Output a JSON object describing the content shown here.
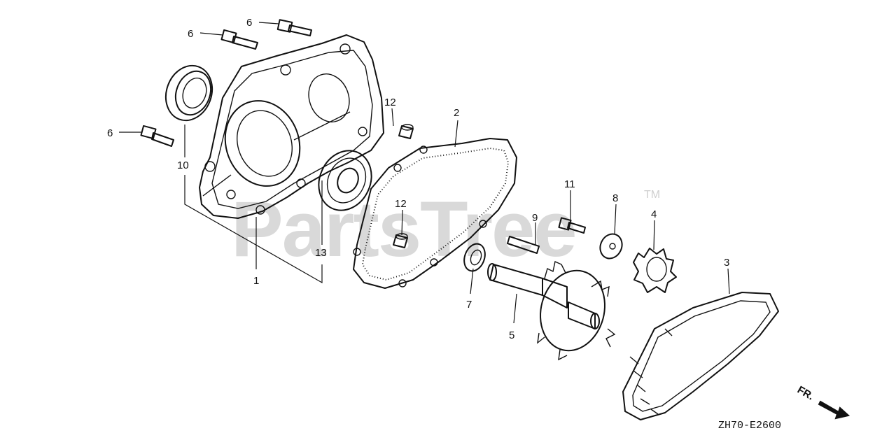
{
  "watermark": {
    "text": "PartsTree",
    "tm": "TM"
  },
  "diagram_code": "ZH70-E2600",
  "front_marker": "FR.",
  "callouts": {
    "c1": "1",
    "c2": "2",
    "c3": "3",
    "c4": "4",
    "c5": "5",
    "c6a": "6",
    "c6b": "6",
    "c6c": "6",
    "c7": "7",
    "c8": "8",
    "c9": "9",
    "c10": "10",
    "c11": "11",
    "c12a": "12",
    "c12b": "12",
    "c13": "13"
  },
  "parts": [
    {
      "ref": "case-cover",
      "callout": "1"
    },
    {
      "ref": "gasket",
      "callout": "2"
    },
    {
      "ref": "drive-chain",
      "callout": "3"
    },
    {
      "ref": "drive-sprocket",
      "callout": "4"
    },
    {
      "ref": "driven-shaft-sprocket",
      "callout": "5"
    },
    {
      "ref": "flange-bolt",
      "callout": "6"
    },
    {
      "ref": "thrust-washer",
      "callout": "7"
    },
    {
      "ref": "plain-washer",
      "callout": "8"
    },
    {
      "ref": "key",
      "callout": "9"
    },
    {
      "ref": "oil-seal",
      "callout": "10"
    },
    {
      "ref": "flange-bolt-small",
      "callout": "11"
    },
    {
      "ref": "dowel-pin",
      "callout": "12"
    },
    {
      "ref": "ball-bearing",
      "callout": "13"
    }
  ]
}
